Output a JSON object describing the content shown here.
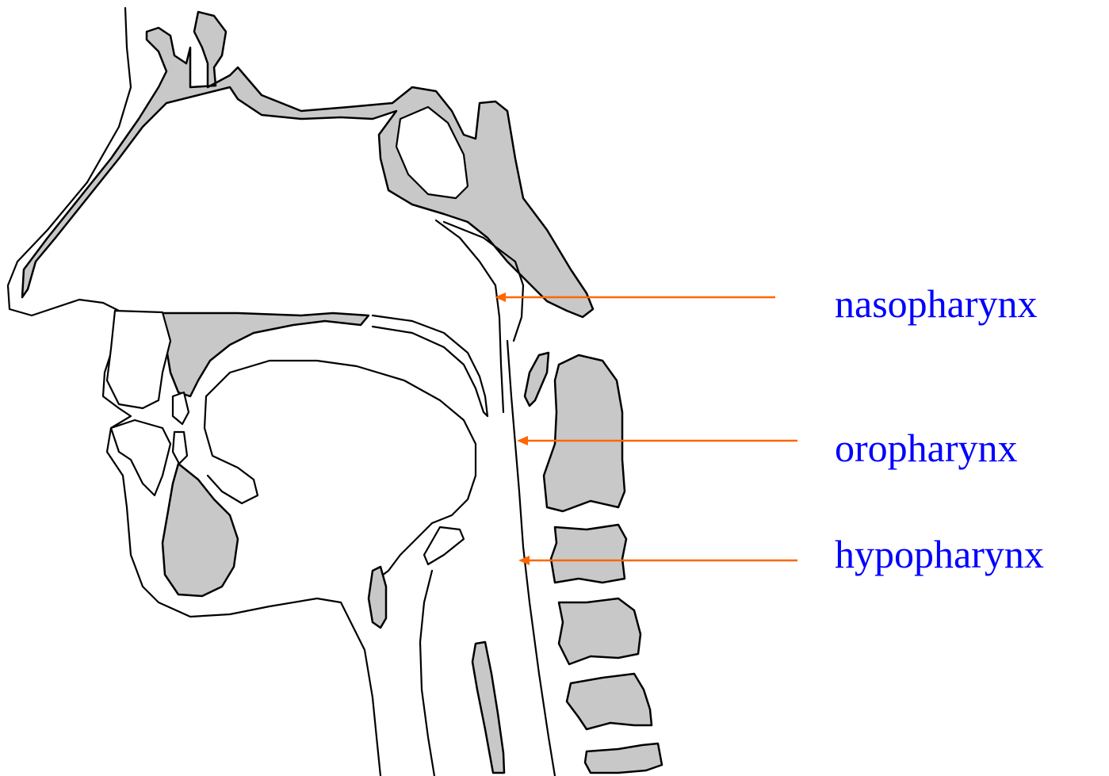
{
  "colors": {
    "label_text": "#0000ff",
    "pointer": "#ff6600",
    "bone_fill": "#c8c8c8",
    "outline": "#000000"
  },
  "labels": {
    "nasopharynx": "nasopharynx",
    "oropharynx": "oropharynx",
    "hypopharynx": "hypopharynx"
  }
}
